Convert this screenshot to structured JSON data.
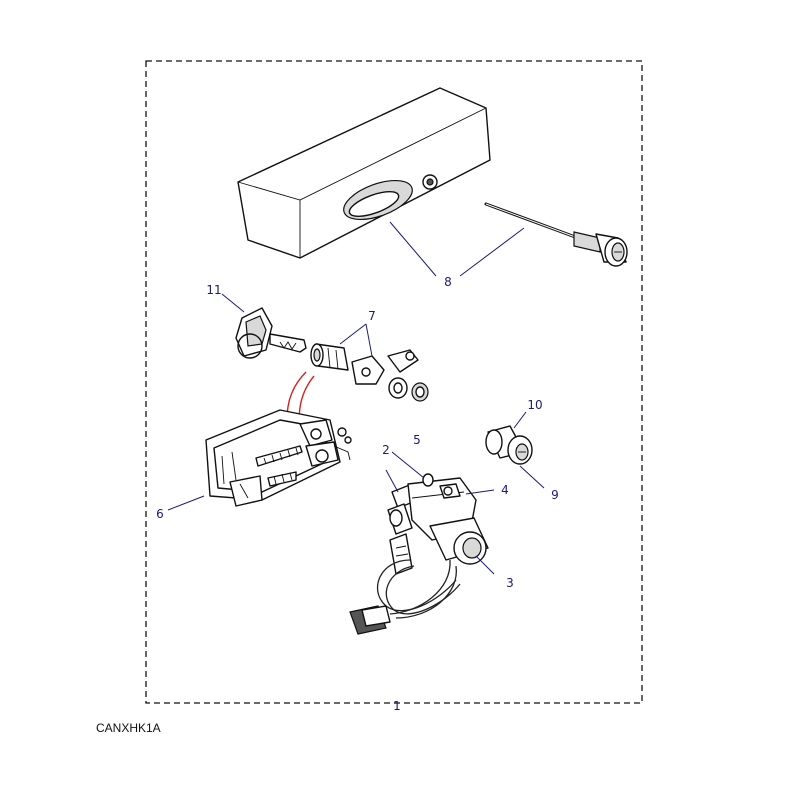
{
  "diagram": {
    "reference_code": "CANXHK1A",
    "callouts": [
      {
        "id": "c1",
        "label": "1"
      },
      {
        "id": "c2",
        "label": "2"
      },
      {
        "id": "c3",
        "label": "3"
      },
      {
        "id": "c4",
        "label": "4"
      },
      {
        "id": "c5",
        "label": "5"
      },
      {
        "id": "c6",
        "label": "6"
      },
      {
        "id": "c7",
        "label": "7"
      },
      {
        "id": "c8",
        "label": "8"
      },
      {
        "id": "c9",
        "label": "9"
      },
      {
        "id": "c10",
        "label": "10"
      },
      {
        "id": "c11",
        "label": "11"
      }
    ]
  }
}
